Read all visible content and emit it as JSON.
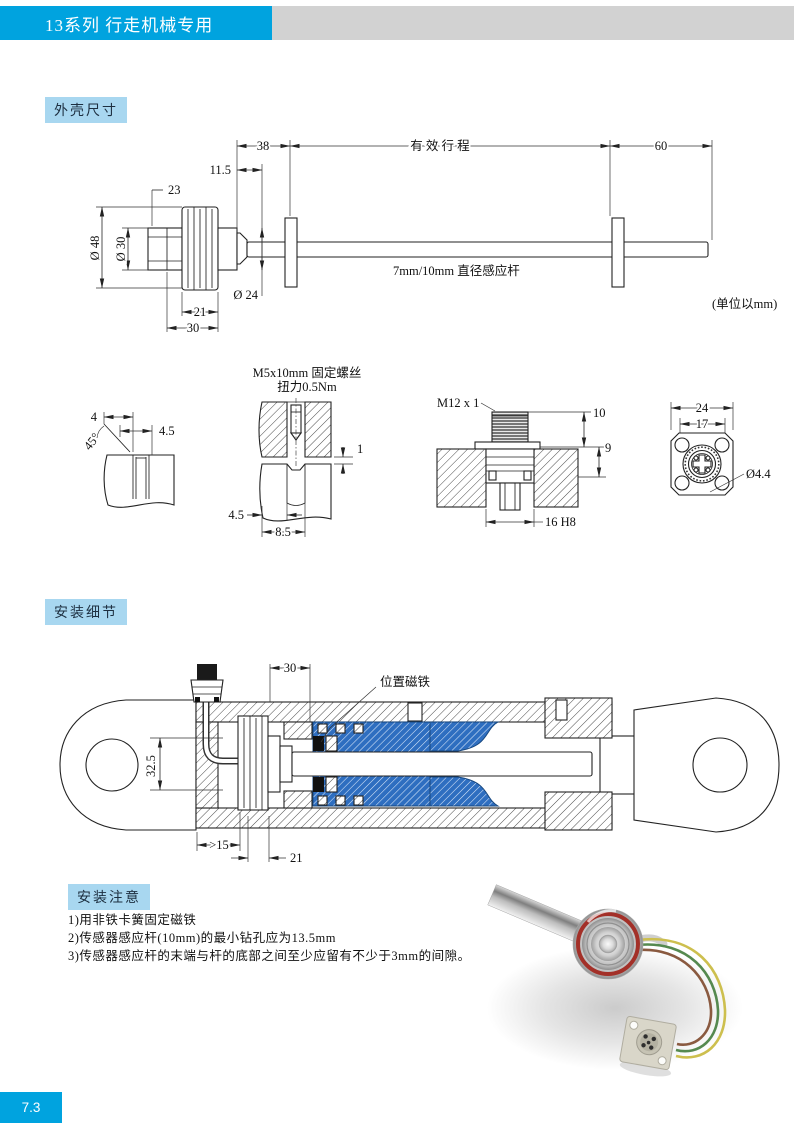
{
  "header": {
    "series_title": "13系列 行走机械专用"
  },
  "section_housing": {
    "title": "外壳尺寸",
    "unit_note": "(单位以mm)"
  },
  "outline_drawing": {
    "dim_top_38": "38",
    "dim_effective_stroke": "有 效 行 程",
    "dim_top_60": "60",
    "dim_11_5": "11.5",
    "dim_23": "23",
    "dim_dia48": "Ø 48",
    "dim_dia30": "Ø 30",
    "dim_dia24": "Ø 24",
    "dim_21": "21",
    "dim_30": "30",
    "rod_label": "7mm/10mm 直径感应杆"
  },
  "detail_chamfer": {
    "dim_4": "4",
    "dim_angle": "45°",
    "dim_4_5": "4.5"
  },
  "detail_screw": {
    "title_line1": "M5x10mm 固定螺丝",
    "title_line2": "扭力0.5Nm",
    "dim_1": "1",
    "dim_4_5": "4.5",
    "dim_8_5": "8.5"
  },
  "detail_connector": {
    "thread_label": "M12 x 1",
    "dim_10": "10",
    "dim_9": "9",
    "dim_16_h8": "16 H8"
  },
  "detail_flange": {
    "dim_24": "24",
    "dim_17": "17",
    "dim_hole_dia": "Ø4.4"
  },
  "section_mounting": {
    "title": "安装细节"
  },
  "cylinder_drawing": {
    "dim_30": "30",
    "magnet_label": "位置磁铁",
    "dim_32_5": "32.5",
    "dim_min15": ">15",
    "dim_21": "21"
  },
  "install_notes": {
    "title": "安装注意",
    "items": [
      "1)用非铁卡簧固定磁铁",
      "2)传感器感应杆(10mm)的最小钻孔应为13.5mm",
      "3)传感器感应杆的末端与杆的底部之间至少应留有不少于3mm的间隙。"
    ]
  },
  "footer": {
    "page_number": "7.3"
  },
  "colors": {
    "accent_blue": "#00A3DF",
    "section_label_bg": "#A8D7F0",
    "header_gray_bar": "#D2D2D2",
    "piston_blue": "#2E6EC0"
  }
}
